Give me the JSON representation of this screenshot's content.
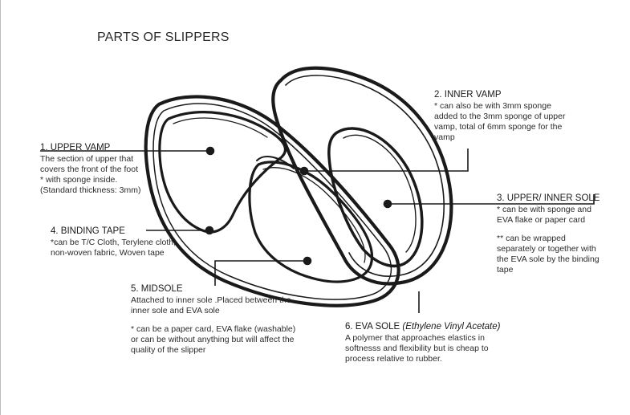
{
  "title": "PARTS OF SLIPPERS",
  "parts": [
    {
      "head": "1. UPPER VAMP",
      "lines": "The section of upper that\ncovers the front of the foot\n* with sponge inside.\n(Standard thickness: 3mm)"
    },
    {
      "head": "2. INNER VAMP",
      "lines": "* can also be with 3mm sponge\nadded to the 3mm sponge of upper\nvamp, total of 6mm sponge for the\nvamp"
    },
    {
      "head": "3. UPPER/ INNER SOLE",
      "lines": "* can be with sponge and\nEVA flake or paper card",
      "extra": "** can be wrapped\nseparately or together with\nthe EVA sole by the binding\ntape"
    },
    {
      "head": "4. BINDING TAPE",
      "lines": "*can be  T/C Cloth, Terylene cloth,\nnon-woven fabric, Woven tape"
    },
    {
      "head": "5. MIDSOLE",
      "lines": "Attached to inner sole .Placed between the\ninner sole and EVA sole",
      "extra": "* can be a paper card, EVA flake (washable)\nor can be without anything but will affect the\nquality of the slipper"
    },
    {
      "head": "6. EVA SOLE",
      "head_note": "(Ethylene Vinyl Acetate)",
      "lines": "A polymer that approaches elastics in\nsoftnesss and flexibility but is cheap to\nprocess relative to rubber."
    }
  ],
  "colors": {
    "ink": "#1a1a1a",
    "text": "#2b2b2b",
    "background": "#ffffff"
  }
}
